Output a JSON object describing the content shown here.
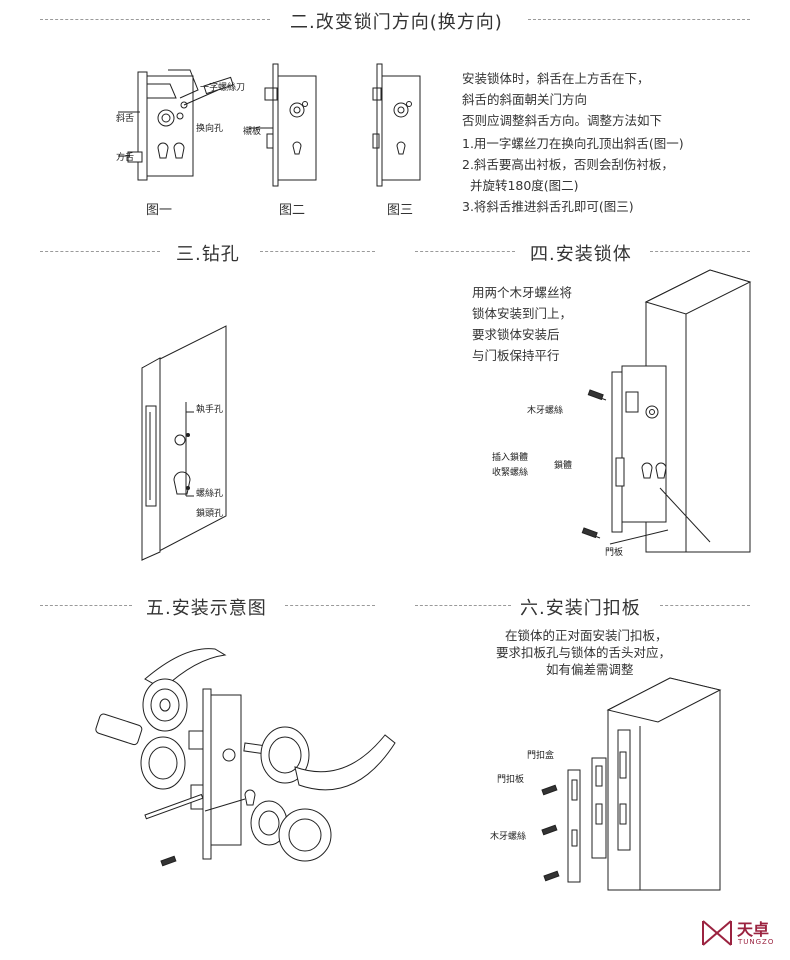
{
  "sections": {
    "change_direction": {
      "title": "二.改变锁门方向(换方向)",
      "captions": [
        "图一",
        "图二",
        "图三"
      ],
      "labels": {
        "screwdriver": "一字螺絲刀",
        "latch": "斜舌",
        "reverse_hole": "换向孔",
        "deadbolt": "方舌",
        "faceplate": "襯板"
      },
      "text": [
        "安装锁体时，斜舌在上方舌在下，",
        "斜舌的斜面朝关门方向",
        "否则应调整斜舌方向。调整方法如下",
        "1.用一字螺丝刀在换向孔顶出斜舌(图一)",
        "2.斜舌要高出衬板，否则会刮伤衬板，",
        "  并旋转180度(图二)",
        "3.将斜舌推进斜舌孔即可(图三)"
      ]
    },
    "drill": {
      "title": "三.钻孔",
      "labels": {
        "handle_hole": "執手孔",
        "screw_hole": "螺絲孔",
        "cylinder_hole": "鎖頭孔"
      }
    },
    "install_body": {
      "title": "四.安装锁体",
      "text": [
        "用两个木牙螺丝将",
        "锁体安装到门上，",
        "要求锁体安装后",
        "与门板保持平行"
      ],
      "labels": {
        "wood_screw": "木牙螺絲",
        "insert_line1": "插入鎖體",
        "insert_line2": "收緊螺絲",
        "lock_body": "鎖體",
        "door_panel": "門板"
      }
    },
    "diagram": {
      "title": "五.安装示意图"
    },
    "strike": {
      "title": "六.安装门扣板",
      "text": [
        "在锁体的正对面安装门扣板，",
        "要求扣板孔与锁体的舌头对应，",
        "如有偏差需调整"
      ],
      "labels": {
        "strike_box": "門扣盒",
        "strike_plate": "門扣板",
        "wood_screw": "木牙螺絲"
      }
    }
  },
  "brand": {
    "name_cn": "天卓",
    "name_en": "TUNGZO",
    "color": "#9b2340"
  }
}
